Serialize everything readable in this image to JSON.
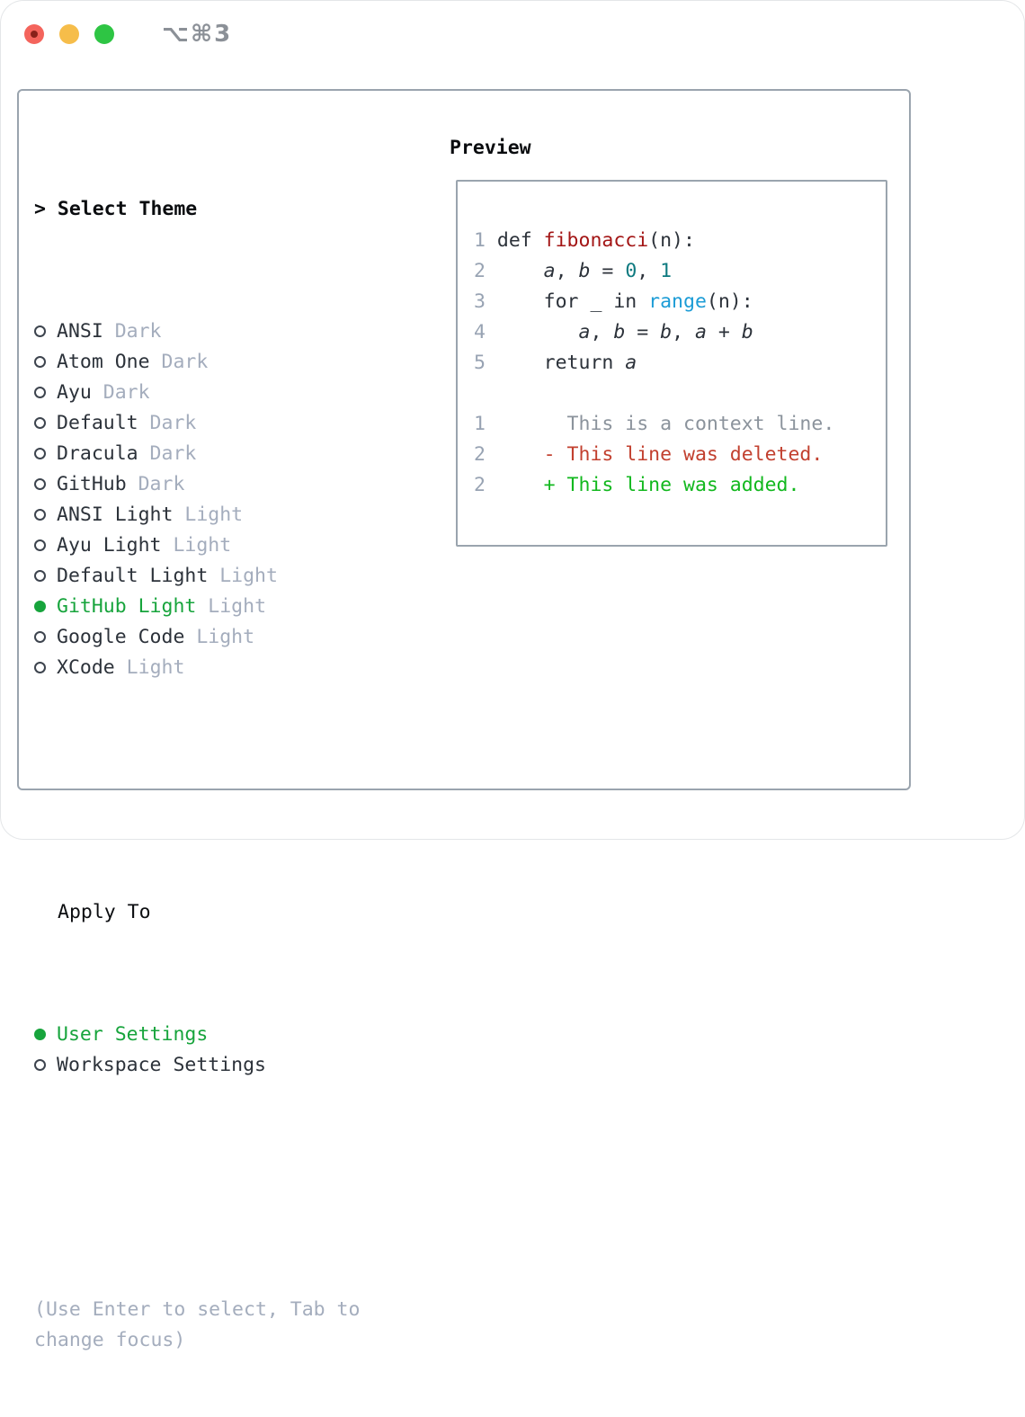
{
  "window": {
    "title": "⌥⌘3",
    "traffic_lights": [
      "close",
      "minimize",
      "zoom"
    ]
  },
  "colors": {
    "text": "#2c323a",
    "muted": "#a4adbd",
    "green": "#17a43c",
    "added": "#12b81e",
    "deleted": "#c2402f",
    "func": "#a31515",
    "builtin": "#1c9cd6",
    "numlit": "#0e7a80",
    "context": "#8b939c",
    "border": "#9aa4ae"
  },
  "theme_panel": {
    "header": {
      "prompt": ">",
      "label": "Select Theme"
    },
    "themes": [
      {
        "name": "ANSI",
        "variant": "Dark",
        "selected": false
      },
      {
        "name": "Atom One",
        "variant": "Dark",
        "selected": false
      },
      {
        "name": "Ayu",
        "variant": "Dark",
        "selected": false
      },
      {
        "name": "Default",
        "variant": "Dark",
        "selected": false
      },
      {
        "name": "Dracula",
        "variant": "Dark",
        "selected": false
      },
      {
        "name": "GitHub",
        "variant": "Dark",
        "selected": false
      },
      {
        "name": "ANSI Light",
        "variant": "Light",
        "selected": false
      },
      {
        "name": "Ayu Light",
        "variant": "Light",
        "selected": false
      },
      {
        "name": "Default Light",
        "variant": "Light",
        "selected": false
      },
      {
        "name": "GitHub Light",
        "variant": "Light",
        "selected": true
      },
      {
        "name": "Google Code",
        "variant": "Light",
        "selected": false
      },
      {
        "name": "XCode",
        "variant": "Light",
        "selected": false
      }
    ],
    "apply_to": {
      "label": "Apply To",
      "options": [
        {
          "name": "User Settings",
          "selected": true
        },
        {
          "name": "Workspace Settings",
          "selected": false
        }
      ]
    },
    "hint_lines": [
      "(Use Enter to select, Tab to",
      "change focus)"
    ]
  },
  "preview": {
    "label": "Preview",
    "code_lines": [
      {
        "num": "1",
        "segments": [
          {
            "t": "def ",
            "c": "code"
          },
          {
            "t": "fibonacci",
            "c": "func"
          },
          {
            "t": "(n):",
            "c": "code"
          }
        ]
      },
      {
        "num": "2",
        "segments": [
          {
            "t": "    ",
            "c": "code"
          },
          {
            "t": "a",
            "c": "var"
          },
          {
            "t": ", ",
            "c": "code"
          },
          {
            "t": "b",
            "c": "var"
          },
          {
            "t": " = ",
            "c": "code"
          },
          {
            "t": "0",
            "c": "num"
          },
          {
            "t": ", ",
            "c": "code"
          },
          {
            "t": "1",
            "c": "num"
          }
        ]
      },
      {
        "num": "3",
        "segments": [
          {
            "t": "    for _ in ",
            "c": "code"
          },
          {
            "t": "range",
            "c": "builtin"
          },
          {
            "t": "(n):",
            "c": "code"
          }
        ]
      },
      {
        "num": "4",
        "segments": [
          {
            "t": "       ",
            "c": "code"
          },
          {
            "t": "a",
            "c": "var"
          },
          {
            "t": ", ",
            "c": "code"
          },
          {
            "t": "b",
            "c": "var"
          },
          {
            "t": " = ",
            "c": "code"
          },
          {
            "t": "b",
            "c": "var"
          },
          {
            "t": ", ",
            "c": "code"
          },
          {
            "t": "a",
            "c": "var"
          },
          {
            "t": " + ",
            "c": "code"
          },
          {
            "t": "b",
            "c": "var"
          }
        ]
      },
      {
        "num": "5",
        "segments": [
          {
            "t": "    return ",
            "c": "code"
          },
          {
            "t": "a",
            "c": "var"
          }
        ]
      },
      {
        "num": "",
        "segments": []
      },
      {
        "num": "1",
        "segments": [
          {
            "t": "      This is a context line.",
            "c": "context"
          }
        ]
      },
      {
        "num": "2",
        "segments": [
          {
            "t": "    - This line was deleted.",
            "c": "deleted"
          }
        ]
      },
      {
        "num": "2",
        "segments": [
          {
            "t": "    + This line was added.",
            "c": "added"
          }
        ]
      }
    ]
  }
}
